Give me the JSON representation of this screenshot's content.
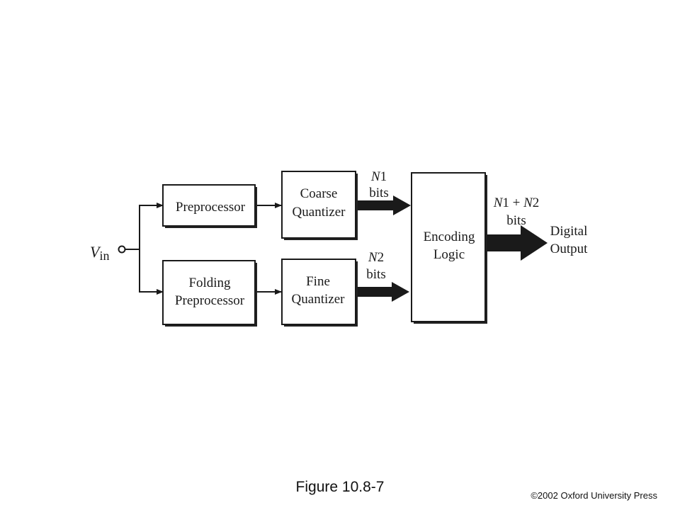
{
  "input": {
    "symbol": "V",
    "subscript": "in"
  },
  "blocks": {
    "preprocessor": {
      "lines": [
        "Preprocessor"
      ]
    },
    "folding_preprocessor": {
      "lines": [
        "Folding",
        "Preprocessor"
      ]
    },
    "coarse_quantizer": {
      "lines": [
        "Coarse",
        "Quantizer"
      ]
    },
    "fine_quantizer": {
      "lines": [
        "Fine",
        "Quantizer"
      ]
    },
    "encoding_logic": {
      "lines": [
        "Encoding",
        "Logic"
      ]
    }
  },
  "signals": {
    "coarse_bits": {
      "var": "N",
      "num": "1",
      "unit": "bits"
    },
    "fine_bits": {
      "var": "N",
      "num": "2",
      "unit": "bits"
    },
    "total_bits": {
      "var1": "N",
      "num1": "1",
      "op": " + ",
      "var2": "N",
      "num2": "2",
      "unit": "bits"
    }
  },
  "output": {
    "lines": [
      "Digital",
      "Output"
    ]
  },
  "caption": "Figure 10.8-7",
  "copyright": "©2002 Oxford University Press",
  "colors": {
    "line": "#1a1a1a",
    "shadow": "#222222",
    "box_fill": "#ffffff",
    "background": "#ffffff"
  }
}
